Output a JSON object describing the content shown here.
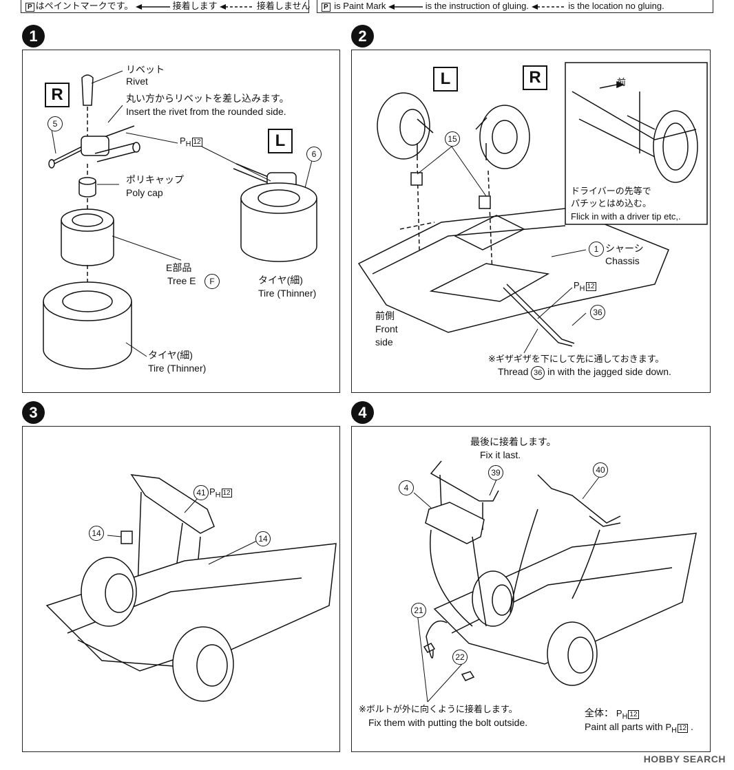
{
  "legend_jp": {
    "pm": "P",
    "paint": "はペイントマークです。",
    "glue": "接着します",
    "noglue": "接着しません"
  },
  "legend_en": {
    "pm": "P",
    "paint": "is Paint Mark",
    "glue": "is the instruction of gluing.",
    "noglue": "is the location no gluing."
  },
  "steps": [
    "1",
    "2",
    "3",
    "4"
  ],
  "step1": {
    "R": "R",
    "L": "L",
    "rivet_jp": "リベット",
    "rivet_en": "Rivet",
    "insert_jp": "丸い方からリベットを差し込みます。",
    "insert_en": "Insert the rivet from the rounded side.",
    "part5": "5",
    "part6": "6",
    "ph": "P",
    "ph_sub": "H",
    "ph_num": "12",
    "polycap_jp": "ポリキャップ",
    "polycap_en": "Poly cap",
    "tree_jp": "E部品",
    "tree_en": "Tree E",
    "tree_letter": "F",
    "tire1_jp": "タイヤ(細)",
    "tire1_en": "Tire (Thinner)",
    "tire2_jp": "タイヤ(細)",
    "tire2_en": "Tire (Thinner)"
  },
  "step2": {
    "L": "L",
    "R": "R",
    "part15": "15",
    "mae": "前",
    "driver_jp1": "ドライバーの先等で",
    "driver_jp2": "パチッとはめ込む。",
    "driver_en": "Flick in with a driver tip etc,.",
    "part1": "1",
    "chassis_jp": "シャーシ",
    "chassis_en": "Chassis",
    "ph": "P",
    "ph_sub": "H",
    "ph_num": "12",
    "part36": "36",
    "front_jp": "前側",
    "front_en1": "Front",
    "front_en2": "side",
    "thread_jp": "※ギザギザを下にして先に通しておきます。",
    "thread_en_a": "Thread",
    "thread_part": "36",
    "thread_en_b": "in with the jagged side down."
  },
  "step3": {
    "part41": "41",
    "ph": "P",
    "ph_sub": "H",
    "ph_num": "12",
    "part14a": "14",
    "part14b": "14"
  },
  "step4": {
    "last_jp": "最後に接着します。",
    "last_en": "Fix it last.",
    "part39": "39",
    "part40": "40",
    "part4": "4",
    "part21": "21",
    "part22": "22",
    "bolt_jp": "※ボルトが外に向くように接着します。",
    "bolt_en": "Fix them with putting the bolt outside.",
    "all_jp": "全体：",
    "ph": "P",
    "ph_sub": "H",
    "ph_num": "12",
    "all_en": "Paint all parts with"
  },
  "watermark": "HOBBY SEARCH"
}
